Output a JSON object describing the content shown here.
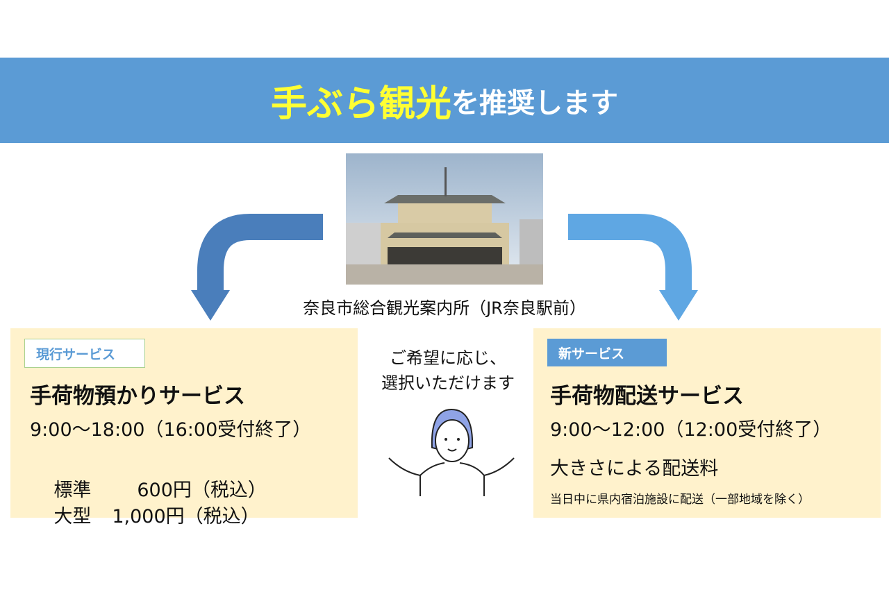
{
  "banner": {
    "highlight": "手ぶら観光",
    "rest": "を推奨します"
  },
  "photo": {
    "caption": "奈良市総合観光案内所（JR奈良駅前）"
  },
  "middle": {
    "line1": "ご希望に応じ、",
    "line2": "選択いただけます"
  },
  "current_service": {
    "tag": "現行サービス",
    "name": "手荷物預かりサービス",
    "hours": "9:00～18:00（16:00受付終了）",
    "prices": [
      {
        "size": "標準",
        "price": "600円（税込）"
      },
      {
        "size": "大型",
        "price": "1,000円（税込）"
      }
    ]
  },
  "new_service": {
    "tag": "新サービス",
    "name": "手荷物配送サービス",
    "hours": "9:00～12:00（12:00受付終了）",
    "fee": "大きさによる配送料",
    "note": "当日中に県内宿泊施設に配送（一部地域を除く）"
  },
  "colors": {
    "banner": "#5b9bd5",
    "highlight": "#ffff33",
    "box": "#fff2cc",
    "arrow_left": "#4a7ebb",
    "arrow_right": "#5fa7e3"
  }
}
